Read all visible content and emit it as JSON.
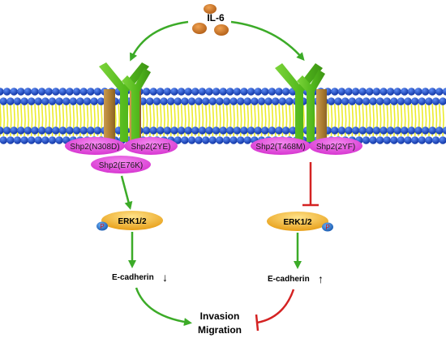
{
  "ligand": {
    "label": "IL-6"
  },
  "left_pathway": {
    "shp2_variants": [
      "Shp2(N308D)",
      "Shp2(2YE)",
      "Shp2(E76K)"
    ],
    "kinase": "ERK1/2",
    "phospho": "P",
    "marker": "E-cadherin",
    "marker_arrow": "↓"
  },
  "right_pathway": {
    "shp2_variants": [
      "Shp2(T468M)",
      "Shp2(2YF)"
    ],
    "kinase": "ERK1/2",
    "phospho": "P",
    "marker": "E-cadherin",
    "marker_arrow": "↑"
  },
  "outcome": {
    "line1": "Invasion",
    "line2": "Migration"
  },
  "colors": {
    "activation_arrow": "#3cab28",
    "inhibition": "#d42222",
    "receptor": "#5ac21f",
    "receptor_tm": "#b78a3e",
    "shp2": "#e040d9",
    "erk": "#f2b21e",
    "phospho": "#2a74c9",
    "lipid_head": "#1c4fc7",
    "lipid_tail": "#ecec2e",
    "ligand": "#d27a22"
  }
}
